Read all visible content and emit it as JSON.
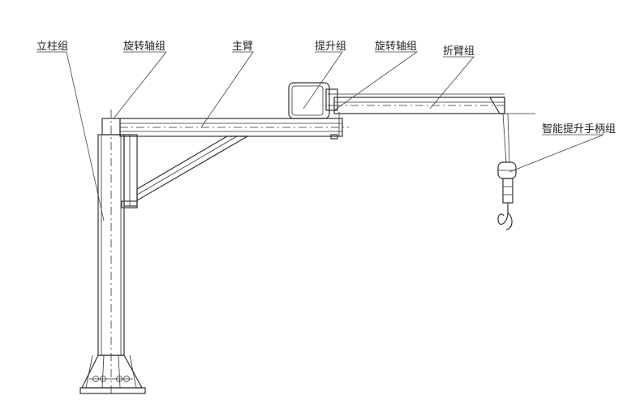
{
  "labels": {
    "column": "立柱组",
    "pivot_left": "旋转轴组",
    "main_arm": "主臂",
    "hoist": "提升组",
    "pivot_right": "旋转轴组",
    "folding_arm": "折臂组",
    "handle": "智能提升手柄组"
  }
}
